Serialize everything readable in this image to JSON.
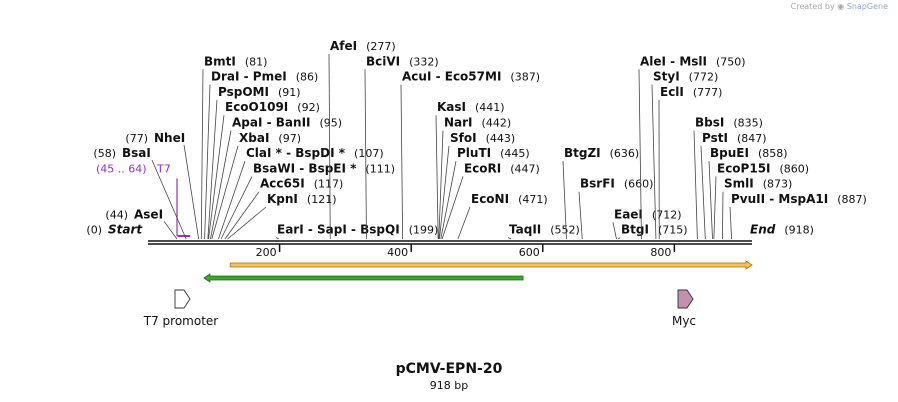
{
  "credit": {
    "prefix": "Created by",
    "brand": "SnapGene"
  },
  "plasmid": {
    "name": "pCMV-EPN-20",
    "size_label": "918 bp",
    "length": 918
  },
  "colors": {
    "primer": "#9a2fc4",
    "orf_fill": "#f2c35a",
    "orf_border": "#b06c00",
    "green": "#3aa62c",
    "green_border": "#1e6a12",
    "myc": "#c490b0"
  },
  "sites": [
    {
      "kind": "pos_left",
      "pos": 0,
      "label": "(0)",
      "name": "Start",
      "italic": true
    },
    {
      "kind": "pos_left",
      "pos": 44,
      "label": "(44)",
      "name": "AseI"
    },
    {
      "kind": "primer",
      "label": "(45 .. 64)",
      "name": "T7",
      "start": 45,
      "end": 64
    },
    {
      "kind": "pos_left",
      "pos": 58,
      "label": "(58)",
      "name": "BsaI"
    },
    {
      "kind": "pos_left",
      "pos": 77,
      "label": "(77)",
      "name": "NheI"
    },
    {
      "kind": "name_first",
      "pos": 81,
      "name": "BmtI",
      "label": "(81)"
    },
    {
      "kind": "name_first",
      "pos": 86,
      "name": "DraI  -  PmeI",
      "label": "(86)"
    },
    {
      "kind": "name_first",
      "pos": 91,
      "name": "PspOMI",
      "label": "(91)"
    },
    {
      "kind": "name_first",
      "pos": 92,
      "name": "EcoO109I",
      "label": "(92)"
    },
    {
      "kind": "name_first",
      "pos": 95,
      "name": "ApaI  -  BanII",
      "label": "(95)"
    },
    {
      "kind": "name_first",
      "pos": 97,
      "name": "XbaI",
      "label": "(97)"
    },
    {
      "kind": "name_first",
      "pos": 107,
      "name": "ClaI *  -  BspDI *",
      "label": "(107)"
    },
    {
      "kind": "name_first",
      "pos": 111,
      "name": "BsaWI  -  BspEI *",
      "label": "(111)"
    },
    {
      "kind": "name_first",
      "pos": 117,
      "name": "Acc65I",
      "label": "(117)"
    },
    {
      "kind": "name_first",
      "pos": 121,
      "name": "KpnI",
      "label": "(121)"
    },
    {
      "kind": "name_first",
      "pos": 199,
      "name": "EarI  -  SapI  -  BspQI",
      "label": "(199)"
    },
    {
      "kind": "name_first",
      "pos": 277,
      "name": "AfeI",
      "label": "(277)"
    },
    {
      "kind": "name_first",
      "pos": 332,
      "name": "BciVI",
      "label": "(332)"
    },
    {
      "kind": "name_first",
      "pos": 387,
      "name": "AcuI  -  Eco57MI",
      "label": "(387)"
    },
    {
      "kind": "name_first",
      "pos": 441,
      "name": "KasI",
      "label": "(441)"
    },
    {
      "kind": "name_first",
      "pos": 442,
      "name": "NarI",
      "label": "(442)"
    },
    {
      "kind": "name_first",
      "pos": 443,
      "name": "SfoI",
      "label": "(443)"
    },
    {
      "kind": "name_first",
      "pos": 445,
      "name": "PluTI",
      "label": "(445)"
    },
    {
      "kind": "name_first",
      "pos": 447,
      "name": "EcoRI",
      "label": "(447)"
    },
    {
      "kind": "name_first",
      "pos": 471,
      "name": "EcoNI",
      "label": "(471)"
    },
    {
      "kind": "name_first",
      "pos": 552,
      "name": "TaqII",
      "label": "(552)"
    },
    {
      "kind": "name_first",
      "pos": 636,
      "name": "BtgZI",
      "label": "(636)"
    },
    {
      "kind": "name_first",
      "pos": 660,
      "name": "BsrFI",
      "label": "(660)"
    },
    {
      "kind": "name_first",
      "pos": 712,
      "name": "EaeI",
      "label": "(712)"
    },
    {
      "kind": "name_first",
      "pos": 715,
      "name": "BtgI",
      "label": "(715)"
    },
    {
      "kind": "name_first",
      "pos": 750,
      "name": "AleI  -  MslI",
      "label": "(750)"
    },
    {
      "kind": "name_first",
      "pos": 772,
      "name": "StyI",
      "label": "(772)"
    },
    {
      "kind": "name_first",
      "pos": 777,
      "name": "EclI",
      "label": "(777)"
    },
    {
      "kind": "name_first",
      "pos": 835,
      "name": "BbsI",
      "label": "(835)"
    },
    {
      "kind": "name_first",
      "pos": 847,
      "name": "PstI",
      "label": "(847)"
    },
    {
      "kind": "name_first",
      "pos": 858,
      "name": "BpuEI",
      "label": "(858)"
    },
    {
      "kind": "name_first",
      "pos": 860,
      "name": "EcoP15I",
      "label": "(860)"
    },
    {
      "kind": "name_first",
      "pos": 873,
      "name": "SmlI",
      "label": "(873)"
    },
    {
      "kind": "name_first",
      "pos": 887,
      "name": "PvuII  -  MspA1I",
      "label": "(887)"
    },
    {
      "kind": "name_first",
      "pos": 918,
      "name": "End",
      "label": "(918)",
      "italic": true
    }
  ],
  "ruler": {
    "ticks": [
      200,
      400,
      600,
      800
    ]
  },
  "features": [
    {
      "name": "T7 promoter",
      "pos": 45,
      "direction": "forward",
      "color": "#ffffff"
    },
    {
      "name": "Myc",
      "pos": 820,
      "direction": "forward",
      "color": "#c490b0"
    }
  ],
  "orfs": [
    {
      "name": "orf-forward",
      "start": 125,
      "end": 918,
      "direction": "forward",
      "color": "#f2c35a"
    },
    {
      "name": "orf-reverse",
      "start": 85,
      "end": 570,
      "direction": "reverse",
      "color": "#3aa62c"
    }
  ]
}
